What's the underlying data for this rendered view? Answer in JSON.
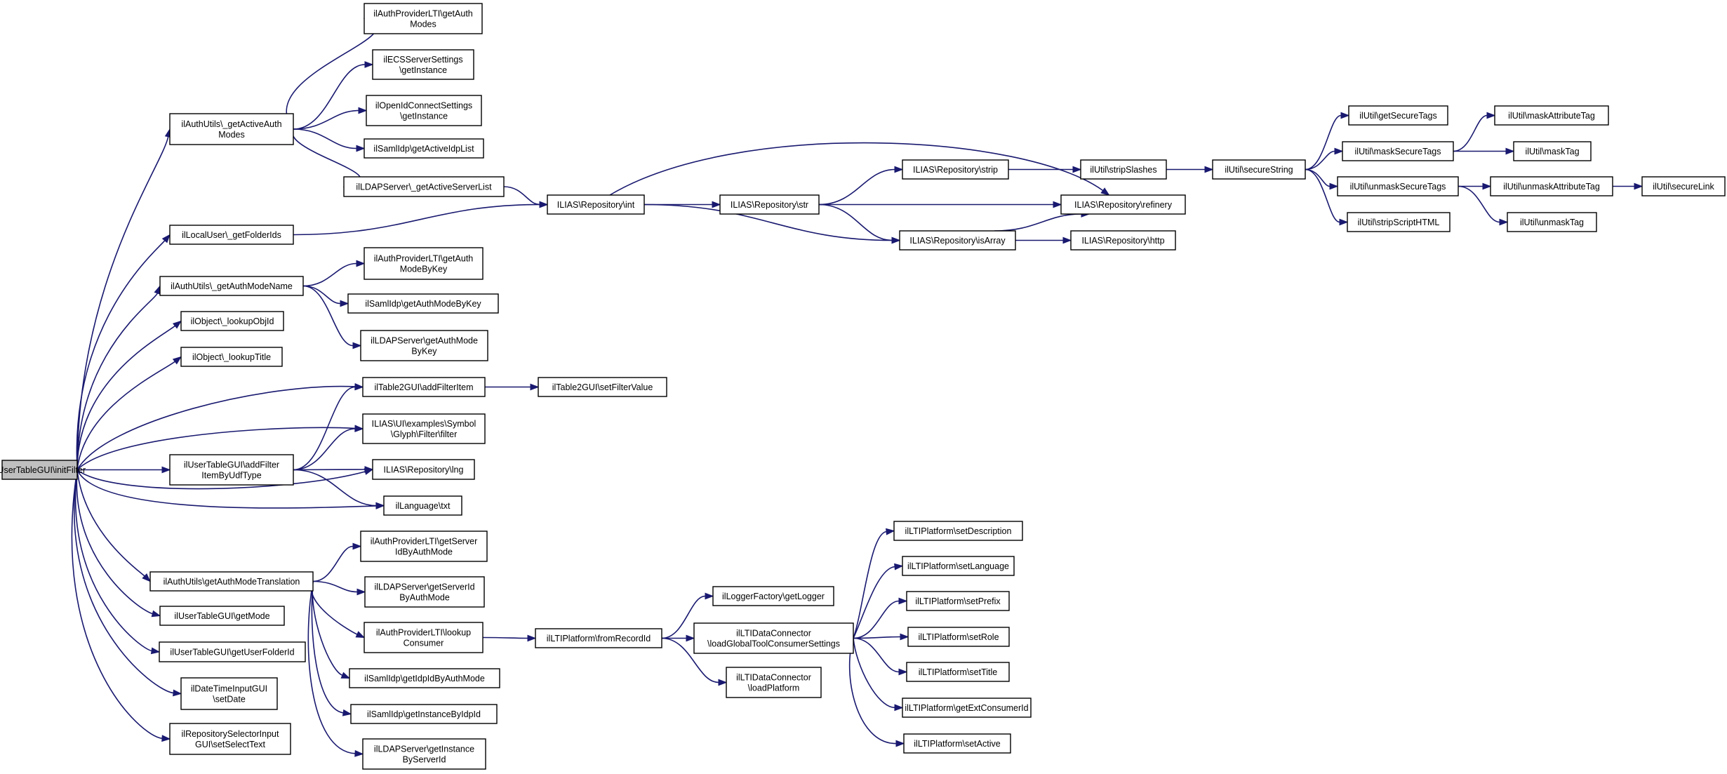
{
  "diagram": {
    "type": "call-graph",
    "root": "root",
    "colors": {
      "edge": "#191970",
      "root_fill": "#bfbfbf",
      "node_fill": "#ffffff",
      "border": "#000000"
    },
    "nodes": [
      {
        "id": "root",
        "lines": [
          "ilUserTableGUI\\initFilter"
        ]
      },
      {
        "id": "getActiveAuthModes",
        "lines": [
          "ilAuthUtils\\_getActiveAuth",
          "Modes"
        ]
      },
      {
        "id": "ltiGetAuthModes",
        "lines": [
          "ilAuthProviderLTI\\getAuth",
          "Modes"
        ]
      },
      {
        "id": "ecsGetInstance",
        "lines": [
          "ilECSServerSettings",
          "\\getInstance"
        ]
      },
      {
        "id": "oidcGetInstance",
        "lines": [
          "ilOpenIdConnectSettings",
          "\\getInstance"
        ]
      },
      {
        "id": "samlGetActiveIdpList",
        "lines": [
          "ilSamlIdp\\getActiveIdpList"
        ]
      },
      {
        "id": "ldapGetActiveServerList",
        "lines": [
          "ilLDAPServer\\_getActiveServerList"
        ]
      },
      {
        "id": "localUserGetFolderIds",
        "lines": [
          "ilLocalUser\\_getFolderIds"
        ]
      },
      {
        "id": "getAuthModeName",
        "lines": [
          "ilAuthUtils\\_getAuthModeName"
        ]
      },
      {
        "id": "ltiGetAuthModeByKey",
        "lines": [
          "ilAuthProviderLTI\\getAuth",
          "ModeByKey"
        ]
      },
      {
        "id": "samlGetAuthModeByKey",
        "lines": [
          "ilSamlIdp\\getAuthModeByKey"
        ]
      },
      {
        "id": "ldapGetAuthModeByKey",
        "lines": [
          "ilLDAPServer\\getAuthMode",
          "ByKey"
        ]
      },
      {
        "id": "lookupObjId",
        "lines": [
          "ilObject\\_lookupObjId"
        ]
      },
      {
        "id": "lookupTitle",
        "lines": [
          "ilObject\\_lookupTitle"
        ]
      },
      {
        "id": "addFilterItem",
        "lines": [
          "ilTable2GUI\\addFilterItem"
        ]
      },
      {
        "id": "setFilterValue",
        "lines": [
          "ilTable2GUI\\setFilterValue"
        ]
      },
      {
        "id": "symbolFilter",
        "lines": [
          "ILIAS\\UI\\examples\\Symbol",
          "\\Glyph\\Filter\\filter"
        ]
      },
      {
        "id": "addFilterItemByUdfType",
        "lines": [
          "ilUserTableGUI\\addFilter",
          "ItemByUdfType"
        ]
      },
      {
        "id": "repoLng",
        "lines": [
          "ILIAS\\Repository\\lng"
        ]
      },
      {
        "id": "langTxt",
        "lines": [
          "ilLanguage\\txt"
        ]
      },
      {
        "id": "getAuthModeTranslation",
        "lines": [
          "ilAuthUtils\\getAuthModeTranslation"
        ]
      },
      {
        "id": "ltiGetServerIdByAuthMode",
        "lines": [
          "ilAuthProviderLTI\\getServer",
          "IdByAuthMode"
        ]
      },
      {
        "id": "ldapGetServerIdByAuthMode",
        "lines": [
          "ilLDAPServer\\getServerId",
          "ByAuthMode"
        ]
      },
      {
        "id": "ltiLookupConsumer",
        "lines": [
          "ilAuthProviderLTI\\lookup",
          "Consumer"
        ]
      },
      {
        "id": "samlGetIdpIdByAuthMode",
        "lines": [
          "ilSamlIdp\\getIdpIdByAuthMode"
        ]
      },
      {
        "id": "samlGetInstanceByIdpId",
        "lines": [
          "ilSamlIdp\\getInstanceByIdpId"
        ]
      },
      {
        "id": "ldapGetInstanceByServerId",
        "lines": [
          "ilLDAPServer\\getInstance",
          "ByServerId"
        ]
      },
      {
        "id": "getMode",
        "lines": [
          "ilUserTableGUI\\getMode"
        ]
      },
      {
        "id": "getUserFolderId",
        "lines": [
          "ilUserTableGUI\\getUserFolderId"
        ]
      },
      {
        "id": "dateSetDate",
        "lines": [
          "ilDateTimeInputGUI",
          "\\setDate"
        ]
      },
      {
        "id": "repoSelSetSelectText",
        "lines": [
          "ilRepositorySelectorInput",
          "GUI\\setSelectText"
        ]
      },
      {
        "id": "repoInt",
        "lines": [
          "ILIAS\\Repository\\int"
        ]
      },
      {
        "id": "repoStr",
        "lines": [
          "ILIAS\\Repository\\str"
        ]
      },
      {
        "id": "repoStrip",
        "lines": [
          "ILIAS\\Repository\\strip"
        ]
      },
      {
        "id": "repoIsArray",
        "lines": [
          "ILIAS\\Repository\\isArray"
        ]
      },
      {
        "id": "repoRefinery",
        "lines": [
          "ILIAS\\Repository\\refinery"
        ]
      },
      {
        "id": "repoHttp",
        "lines": [
          "ILIAS\\Repository\\http"
        ]
      },
      {
        "id": "utilStripSlashes",
        "lines": [
          "ilUtil\\stripSlashes"
        ]
      },
      {
        "id": "utilSecureString",
        "lines": [
          "ilUtil\\secureString"
        ]
      },
      {
        "id": "utilGetSecureTags",
        "lines": [
          "ilUtil\\getSecureTags"
        ]
      },
      {
        "id": "utilMaskSecureTags",
        "lines": [
          "ilUtil\\maskSecureTags"
        ]
      },
      {
        "id": "utilUnmaskSecureTags",
        "lines": [
          "ilUtil\\unmaskSecureTags"
        ]
      },
      {
        "id": "utilStripScriptHTML",
        "lines": [
          "ilUtil\\stripScriptHTML"
        ]
      },
      {
        "id": "utilMaskAttributeTag",
        "lines": [
          "ilUtil\\maskAttributeTag"
        ]
      },
      {
        "id": "utilMaskTag",
        "lines": [
          "ilUtil\\maskTag"
        ]
      },
      {
        "id": "utilUnmaskAttributeTag",
        "lines": [
          "ilUtil\\unmaskAttributeTag"
        ]
      },
      {
        "id": "utilUnmaskTag",
        "lines": [
          "ilUtil\\unmaskTag"
        ]
      },
      {
        "id": "utilSecureLink",
        "lines": [
          "ilUtil\\secureLink"
        ]
      },
      {
        "id": "ltiFromRecordId",
        "lines": [
          "ilLTIPlatform\\fromRecordId"
        ]
      },
      {
        "id": "loggerGetLogger",
        "lines": [
          "ilLoggerFactory\\getLogger"
        ]
      },
      {
        "id": "loadGlobalToolConsumerSettings",
        "lines": [
          "ilLTIDataConnector",
          "\\loadGlobalToolConsumerSettings"
        ]
      },
      {
        "id": "loadPlatform",
        "lines": [
          "ilLTIDataConnector",
          "\\loadPlatform"
        ]
      },
      {
        "id": "setDescription",
        "lines": [
          "ilLTIPlatform\\setDescription"
        ]
      },
      {
        "id": "setLanguage",
        "lines": [
          "ilLTIPlatform\\setLanguage"
        ]
      },
      {
        "id": "setPrefix",
        "lines": [
          "ilLTIPlatform\\setPrefix"
        ]
      },
      {
        "id": "setRole",
        "lines": [
          "ilLTIPlatform\\setRole"
        ]
      },
      {
        "id": "setTitle",
        "lines": [
          "ilLTIPlatform\\setTitle"
        ]
      },
      {
        "id": "getExtConsumerId",
        "lines": [
          "ilLTIPlatform\\getExtConsumerId"
        ]
      },
      {
        "id": "setActive",
        "lines": [
          "ilLTIPlatform\\setActive"
        ]
      }
    ],
    "edges": [
      [
        "root",
        "getActiveAuthModes"
      ],
      [
        "root",
        "localUserGetFolderIds"
      ],
      [
        "root",
        "getAuthModeName"
      ],
      [
        "root",
        "lookupObjId"
      ],
      [
        "root",
        "lookupTitle"
      ],
      [
        "root",
        "addFilterItem"
      ],
      [
        "root",
        "symbolFilter"
      ],
      [
        "root",
        "addFilterItemByUdfType"
      ],
      [
        "root",
        "repoLng"
      ],
      [
        "root",
        "langTxt"
      ],
      [
        "root",
        "getAuthModeTranslation"
      ],
      [
        "root",
        "getMode"
      ],
      [
        "root",
        "getUserFolderId"
      ],
      [
        "root",
        "dateSetDate"
      ],
      [
        "root",
        "repoSelSetSelectText"
      ],
      [
        "getActiveAuthModes",
        "ltiGetAuthModes"
      ],
      [
        "getActiveAuthModes",
        "ecsGetInstance"
      ],
      [
        "getActiveAuthModes",
        "oidcGetInstance"
      ],
      [
        "getActiveAuthModes",
        "samlGetActiveIdpList"
      ],
      [
        "getActiveAuthModes",
        "ldapGetActiveServerList"
      ],
      [
        "ldapGetActiveServerList",
        "repoInt"
      ],
      [
        "localUserGetFolderIds",
        "repoInt"
      ],
      [
        "getAuthModeName",
        "ltiGetAuthModeByKey"
      ],
      [
        "getAuthModeName",
        "samlGetAuthModeByKey"
      ],
      [
        "getAuthModeName",
        "ldapGetAuthModeByKey"
      ],
      [
        "addFilterItem",
        "setFilterValue"
      ],
      [
        "addFilterItemByUdfType",
        "addFilterItem"
      ],
      [
        "addFilterItemByUdfType",
        "symbolFilter"
      ],
      [
        "addFilterItemByUdfType",
        "repoLng"
      ],
      [
        "addFilterItemByUdfType",
        "langTxt"
      ],
      [
        "getAuthModeTranslation",
        "ltiGetServerIdByAuthMode"
      ],
      [
        "getAuthModeTranslation",
        "ldapGetServerIdByAuthMode"
      ],
      [
        "getAuthModeTranslation",
        "ltiLookupConsumer"
      ],
      [
        "getAuthModeTranslation",
        "samlGetIdpIdByAuthMode"
      ],
      [
        "getAuthModeTranslation",
        "samlGetInstanceByIdpId"
      ],
      [
        "getAuthModeTranslation",
        "ldapGetInstanceByServerId"
      ],
      [
        "repoInt",
        "repoRefinery"
      ],
      [
        "repoInt",
        "repoStr"
      ],
      [
        "repoInt",
        "repoIsArray"
      ],
      [
        "repoStr",
        "repoStrip"
      ],
      [
        "repoStr",
        "repoRefinery"
      ],
      [
        "repoStr",
        "repoIsArray"
      ],
      [
        "repoStrip",
        "utilStripSlashes"
      ],
      [
        "repoIsArray",
        "repoRefinery"
      ],
      [
        "repoIsArray",
        "repoHttp"
      ],
      [
        "utilStripSlashes",
        "utilSecureString"
      ],
      [
        "utilSecureString",
        "utilGetSecureTags"
      ],
      [
        "utilSecureString",
        "utilMaskSecureTags"
      ],
      [
        "utilSecureString",
        "utilUnmaskSecureTags"
      ],
      [
        "utilSecureString",
        "utilStripScriptHTML"
      ],
      [
        "utilMaskSecureTags",
        "utilMaskAttributeTag"
      ],
      [
        "utilMaskSecureTags",
        "utilMaskTag"
      ],
      [
        "utilUnmaskSecureTags",
        "utilUnmaskAttributeTag"
      ],
      [
        "utilUnmaskSecureTags",
        "utilUnmaskTag"
      ],
      [
        "utilUnmaskAttributeTag",
        "utilSecureLink"
      ],
      [
        "ltiLookupConsumer",
        "ltiFromRecordId"
      ],
      [
        "ltiFromRecordId",
        "loggerGetLogger"
      ],
      [
        "ltiFromRecordId",
        "loadGlobalToolConsumerSettings"
      ],
      [
        "ltiFromRecordId",
        "loadPlatform"
      ],
      [
        "loadGlobalToolConsumerSettings",
        "setDescription"
      ],
      [
        "loadGlobalToolConsumerSettings",
        "setLanguage"
      ],
      [
        "loadGlobalToolConsumerSettings",
        "setPrefix"
      ],
      [
        "loadGlobalToolConsumerSettings",
        "setRole"
      ],
      [
        "loadGlobalToolConsumerSettings",
        "setTitle"
      ],
      [
        "loadGlobalToolConsumerSettings",
        "getExtConsumerId"
      ],
      [
        "loadGlobalToolConsumerSettings",
        "setActive"
      ]
    ]
  }
}
